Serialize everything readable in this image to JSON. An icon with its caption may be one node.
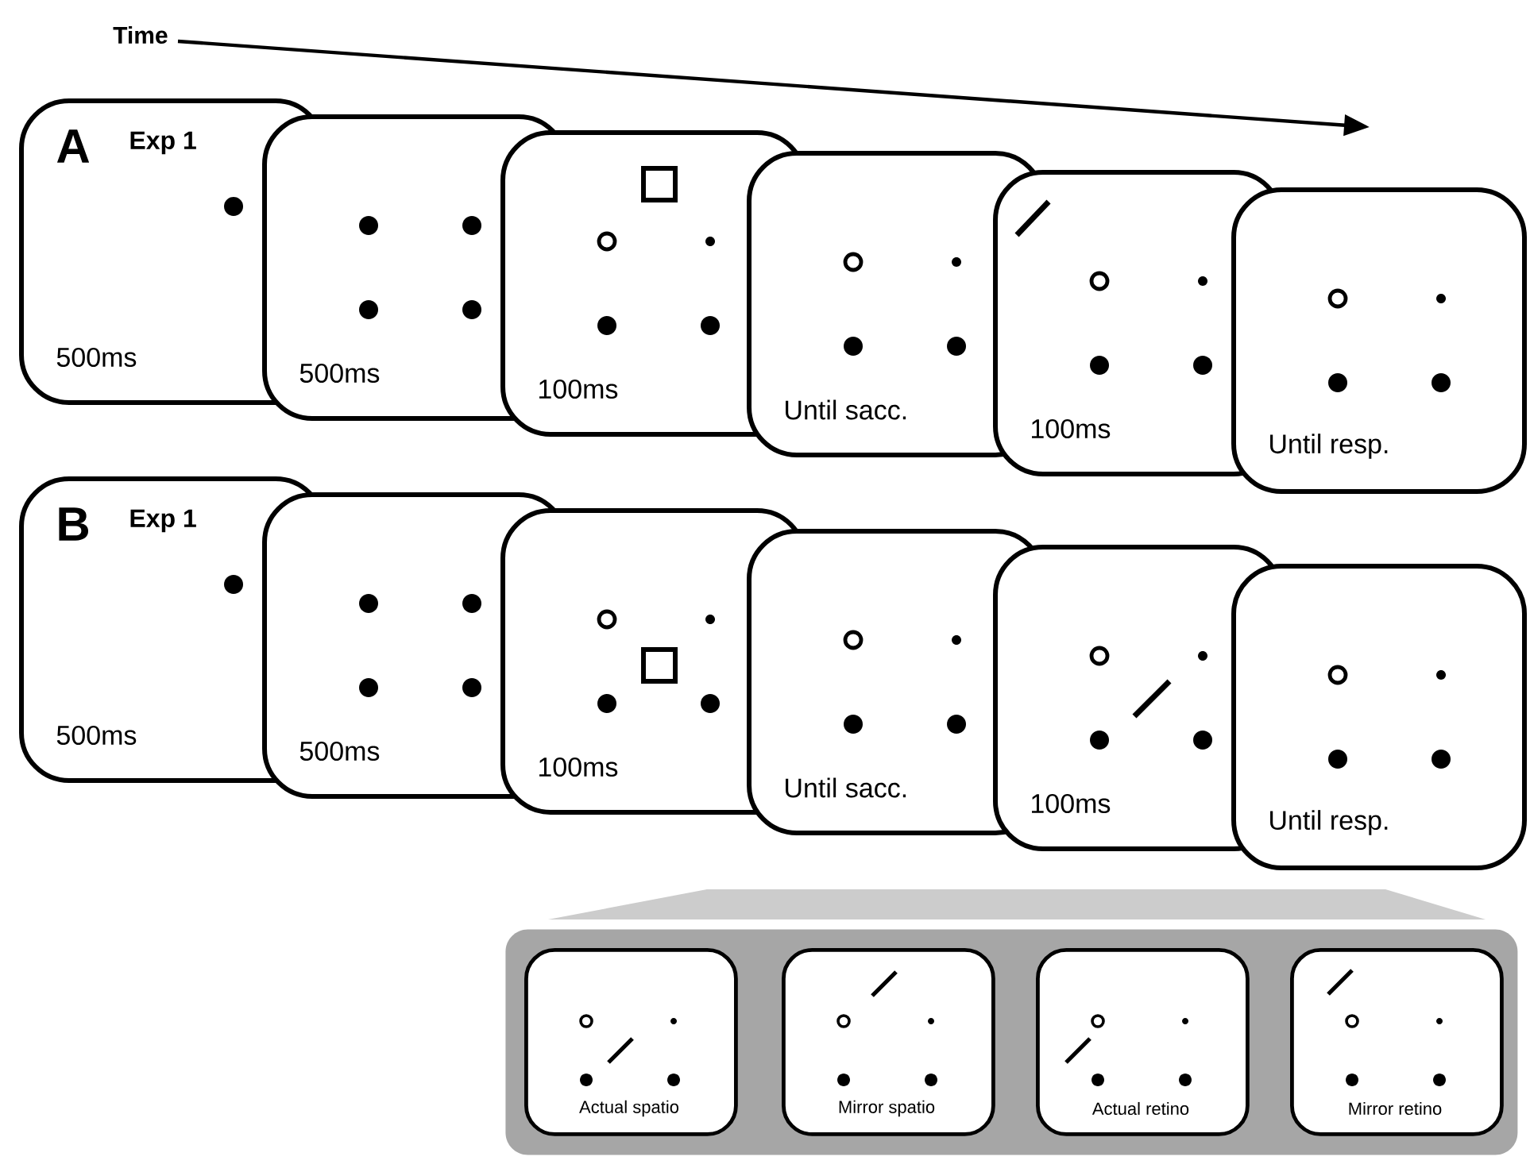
{
  "diagram": {
    "nodes": [
      {
        "text": [
          "A",
          "Exp 1",
          "500ms"
        ]
      },
      {
        "text": [
          "500ms"
        ]
      },
      {
        "text": [
          "100ms"
        ]
      },
      {
        "text": [
          "Until sacc."
        ]
      },
      {
        "text": [
          "100ms"
        ]
      },
      {
        "text": [
          "Until resp."
        ]
      },
      {
        "text": [
          "B",
          "Exp 1",
          "500ms"
        ]
      },
      {
        "text": [
          "500ms"
        ]
      },
      {
        "text": [
          "100ms"
        ]
      },
      {
        "text": [
          "Until sacc."
        ]
      },
      {
        "text": [
          "100ms"
        ]
      },
      {
        "text": [
          "Until resp."
        ]
      },
      {
        "text": [],
        "shape": "box"
      },
      {
        "text": [
          "Actual spatio"
        ],
        "in": 12
      },
      {
        "text": [
          "Mirror spatio"
        ],
        "in": 12
      },
      {
        "text": [
          "Actual retino"
        ],
        "in": 12
      },
      {
        "text": [
          "Mirror retino"
        ],
        "in": 12
      }
    ],
    "labels": [
      "Time"
    ]
  }
}
